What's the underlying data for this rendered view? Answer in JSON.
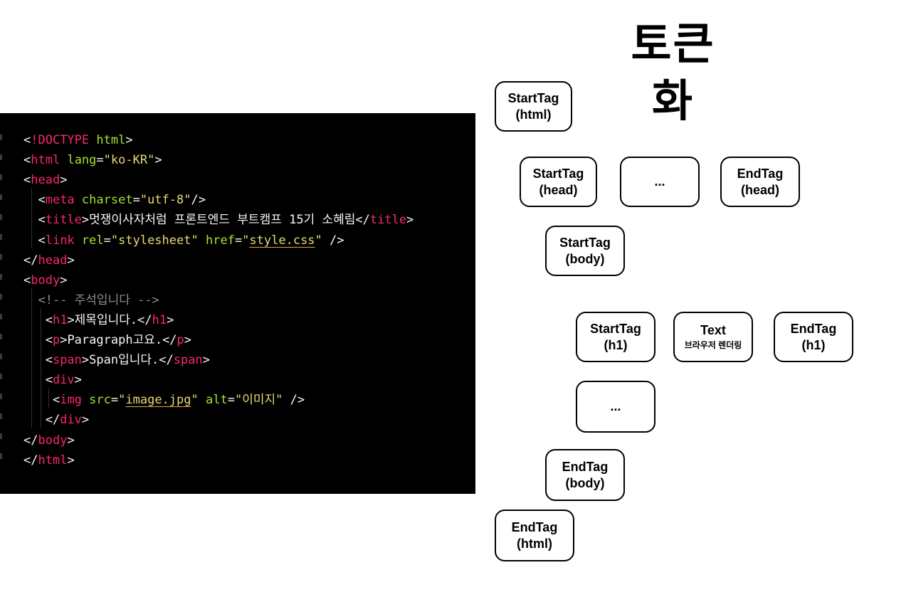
{
  "title": "토큰화",
  "code": [
    [
      {
        "c": "t-text",
        "t": "<"
      },
      {
        "c": "t-doctype",
        "t": "!DOCTYPE"
      },
      {
        "c": "t-text",
        "t": " "
      },
      {
        "c": "t-attr",
        "t": "html"
      },
      {
        "c": "t-text",
        "t": ">"
      }
    ],
    [
      {
        "c": "t-text",
        "t": "<"
      },
      {
        "c": "t-tag",
        "t": "html"
      },
      {
        "c": "t-text",
        "t": " "
      },
      {
        "c": "t-attr",
        "t": "lang"
      },
      {
        "c": "t-text",
        "t": "="
      },
      {
        "c": "t-str",
        "t": "\"ko-KR\""
      },
      {
        "c": "t-text",
        "t": ">"
      }
    ],
    [
      {
        "c": "t-text",
        "t": "<"
      },
      {
        "c": "t-tag",
        "t": "head"
      },
      {
        "c": "t-text",
        "t": ">"
      }
    ],
    [
      {
        "c": "t-text",
        "t": "  <"
      },
      {
        "c": "t-tag",
        "t": "meta"
      },
      {
        "c": "t-text",
        "t": " "
      },
      {
        "c": "t-attr",
        "t": "charset"
      },
      {
        "c": "t-text",
        "t": "="
      },
      {
        "c": "t-str",
        "t": "\"utf-8\""
      },
      {
        "c": "t-text",
        "t": "/>"
      }
    ],
    [
      {
        "c": "t-text",
        "t": "  <"
      },
      {
        "c": "t-tag",
        "t": "title"
      },
      {
        "c": "t-text",
        "t": ">멋쟁이사자처럼 프론트엔드 부트캠프 15기 소혜림</"
      },
      {
        "c": "t-tag",
        "t": "title"
      },
      {
        "c": "t-text",
        "t": ">"
      }
    ],
    [
      {
        "c": "t-text",
        "t": "  <"
      },
      {
        "c": "t-tag",
        "t": "link"
      },
      {
        "c": "t-text",
        "t": " "
      },
      {
        "c": "t-attr",
        "t": "rel"
      },
      {
        "c": "t-text",
        "t": "="
      },
      {
        "c": "t-str",
        "t": "\"stylesheet\""
      },
      {
        "c": "t-text",
        "t": " "
      },
      {
        "c": "t-attr",
        "t": "href"
      },
      {
        "c": "t-text",
        "t": "="
      },
      {
        "c": "t-str",
        "t": "\""
      },
      {
        "c": "t-url",
        "t": "style.css"
      },
      {
        "c": "t-str",
        "t": "\""
      },
      {
        "c": "t-text",
        "t": " />"
      }
    ],
    [
      {
        "c": "t-text",
        "t": "</"
      },
      {
        "c": "t-tag",
        "t": "head"
      },
      {
        "c": "t-text",
        "t": ">"
      }
    ],
    [
      {
        "c": "t-text",
        "t": "<"
      },
      {
        "c": "t-tag",
        "t": "body"
      },
      {
        "c": "t-text",
        "t": ">"
      }
    ],
    [
      {
        "c": "t-comment",
        "t": "  <!-- 주석입니다 -->"
      }
    ],
    [
      {
        "c": "t-text",
        "t": "   <"
      },
      {
        "c": "t-tag",
        "t": "h1"
      },
      {
        "c": "t-text",
        "t": ">제목입니다.</"
      },
      {
        "c": "t-tag",
        "t": "h1"
      },
      {
        "c": "t-text",
        "t": ">"
      }
    ],
    [
      {
        "c": "t-text",
        "t": "   <"
      },
      {
        "c": "t-tag",
        "t": "p"
      },
      {
        "c": "t-text",
        "t": ">Paragraph고요.</"
      },
      {
        "c": "t-tag",
        "t": "p"
      },
      {
        "c": "t-text",
        "t": ">"
      }
    ],
    [
      {
        "c": "t-text",
        "t": "   <"
      },
      {
        "c": "t-tag",
        "t": "span"
      },
      {
        "c": "t-text",
        "t": ">Span입니다.</"
      },
      {
        "c": "t-tag",
        "t": "span"
      },
      {
        "c": "t-text",
        "t": ">"
      }
    ],
    [
      {
        "c": "t-text",
        "t": "   <"
      },
      {
        "c": "t-tag",
        "t": "div"
      },
      {
        "c": "t-text",
        "t": ">"
      }
    ],
    [
      {
        "c": "t-text",
        "t": "    <"
      },
      {
        "c": "t-tag",
        "t": "img"
      },
      {
        "c": "t-text",
        "t": " "
      },
      {
        "c": "t-attr",
        "t": "src"
      },
      {
        "c": "t-text",
        "t": "="
      },
      {
        "c": "t-str",
        "t": "\""
      },
      {
        "c": "t-url",
        "t": "image.jpg"
      },
      {
        "c": "t-str",
        "t": "\""
      },
      {
        "c": "t-text",
        "t": " "
      },
      {
        "c": "t-attr",
        "t": "alt"
      },
      {
        "c": "t-text",
        "t": "="
      },
      {
        "c": "t-str",
        "t": "\"이미지\""
      },
      {
        "c": "t-text",
        "t": " />"
      }
    ],
    [
      {
        "c": "t-text",
        "t": "   </"
      },
      {
        "c": "t-tag",
        "t": "div"
      },
      {
        "c": "t-text",
        "t": ">"
      }
    ],
    [
      {
        "c": "t-text",
        "t": "</"
      },
      {
        "c": "t-tag",
        "t": "body"
      },
      {
        "c": "t-text",
        "t": ">"
      }
    ],
    [
      {
        "c": "t-text",
        "t": "</"
      },
      {
        "c": "t-tag",
        "t": "html"
      },
      {
        "c": "t-text",
        "t": ">"
      }
    ]
  ],
  "tokens": {
    "starttag_html": {
      "line1": "StartTag",
      "line2": "(html)"
    },
    "starttag_head": {
      "line1": "StartTag",
      "line2": "(head)"
    },
    "ellipsis_head": {
      "line1": "..."
    },
    "endtag_head": {
      "line1": "EndTag",
      "line2": "(head)"
    },
    "starttag_body": {
      "line1": "StartTag",
      "line2": "(body)"
    },
    "starttag_h1": {
      "line1": "StartTag",
      "line2": "(h1)"
    },
    "text_h1": {
      "line1": "Text",
      "line2": "브라우저 렌더링"
    },
    "endtag_h1": {
      "line1": "EndTag",
      "line2": "(h1)"
    },
    "ellipsis_body": {
      "line1": "..."
    },
    "endtag_body": {
      "line1": "EndTag",
      "line2": "(body)"
    },
    "endtag_html": {
      "line1": "EndTag",
      "line2": "(html)"
    }
  },
  "colors": {
    "code_bg": "#000000",
    "tag": "#f92672",
    "attr": "#a6e22e",
    "string": "#e6db74",
    "comment": "#8f908a",
    "text": "#f8f8f2"
  }
}
